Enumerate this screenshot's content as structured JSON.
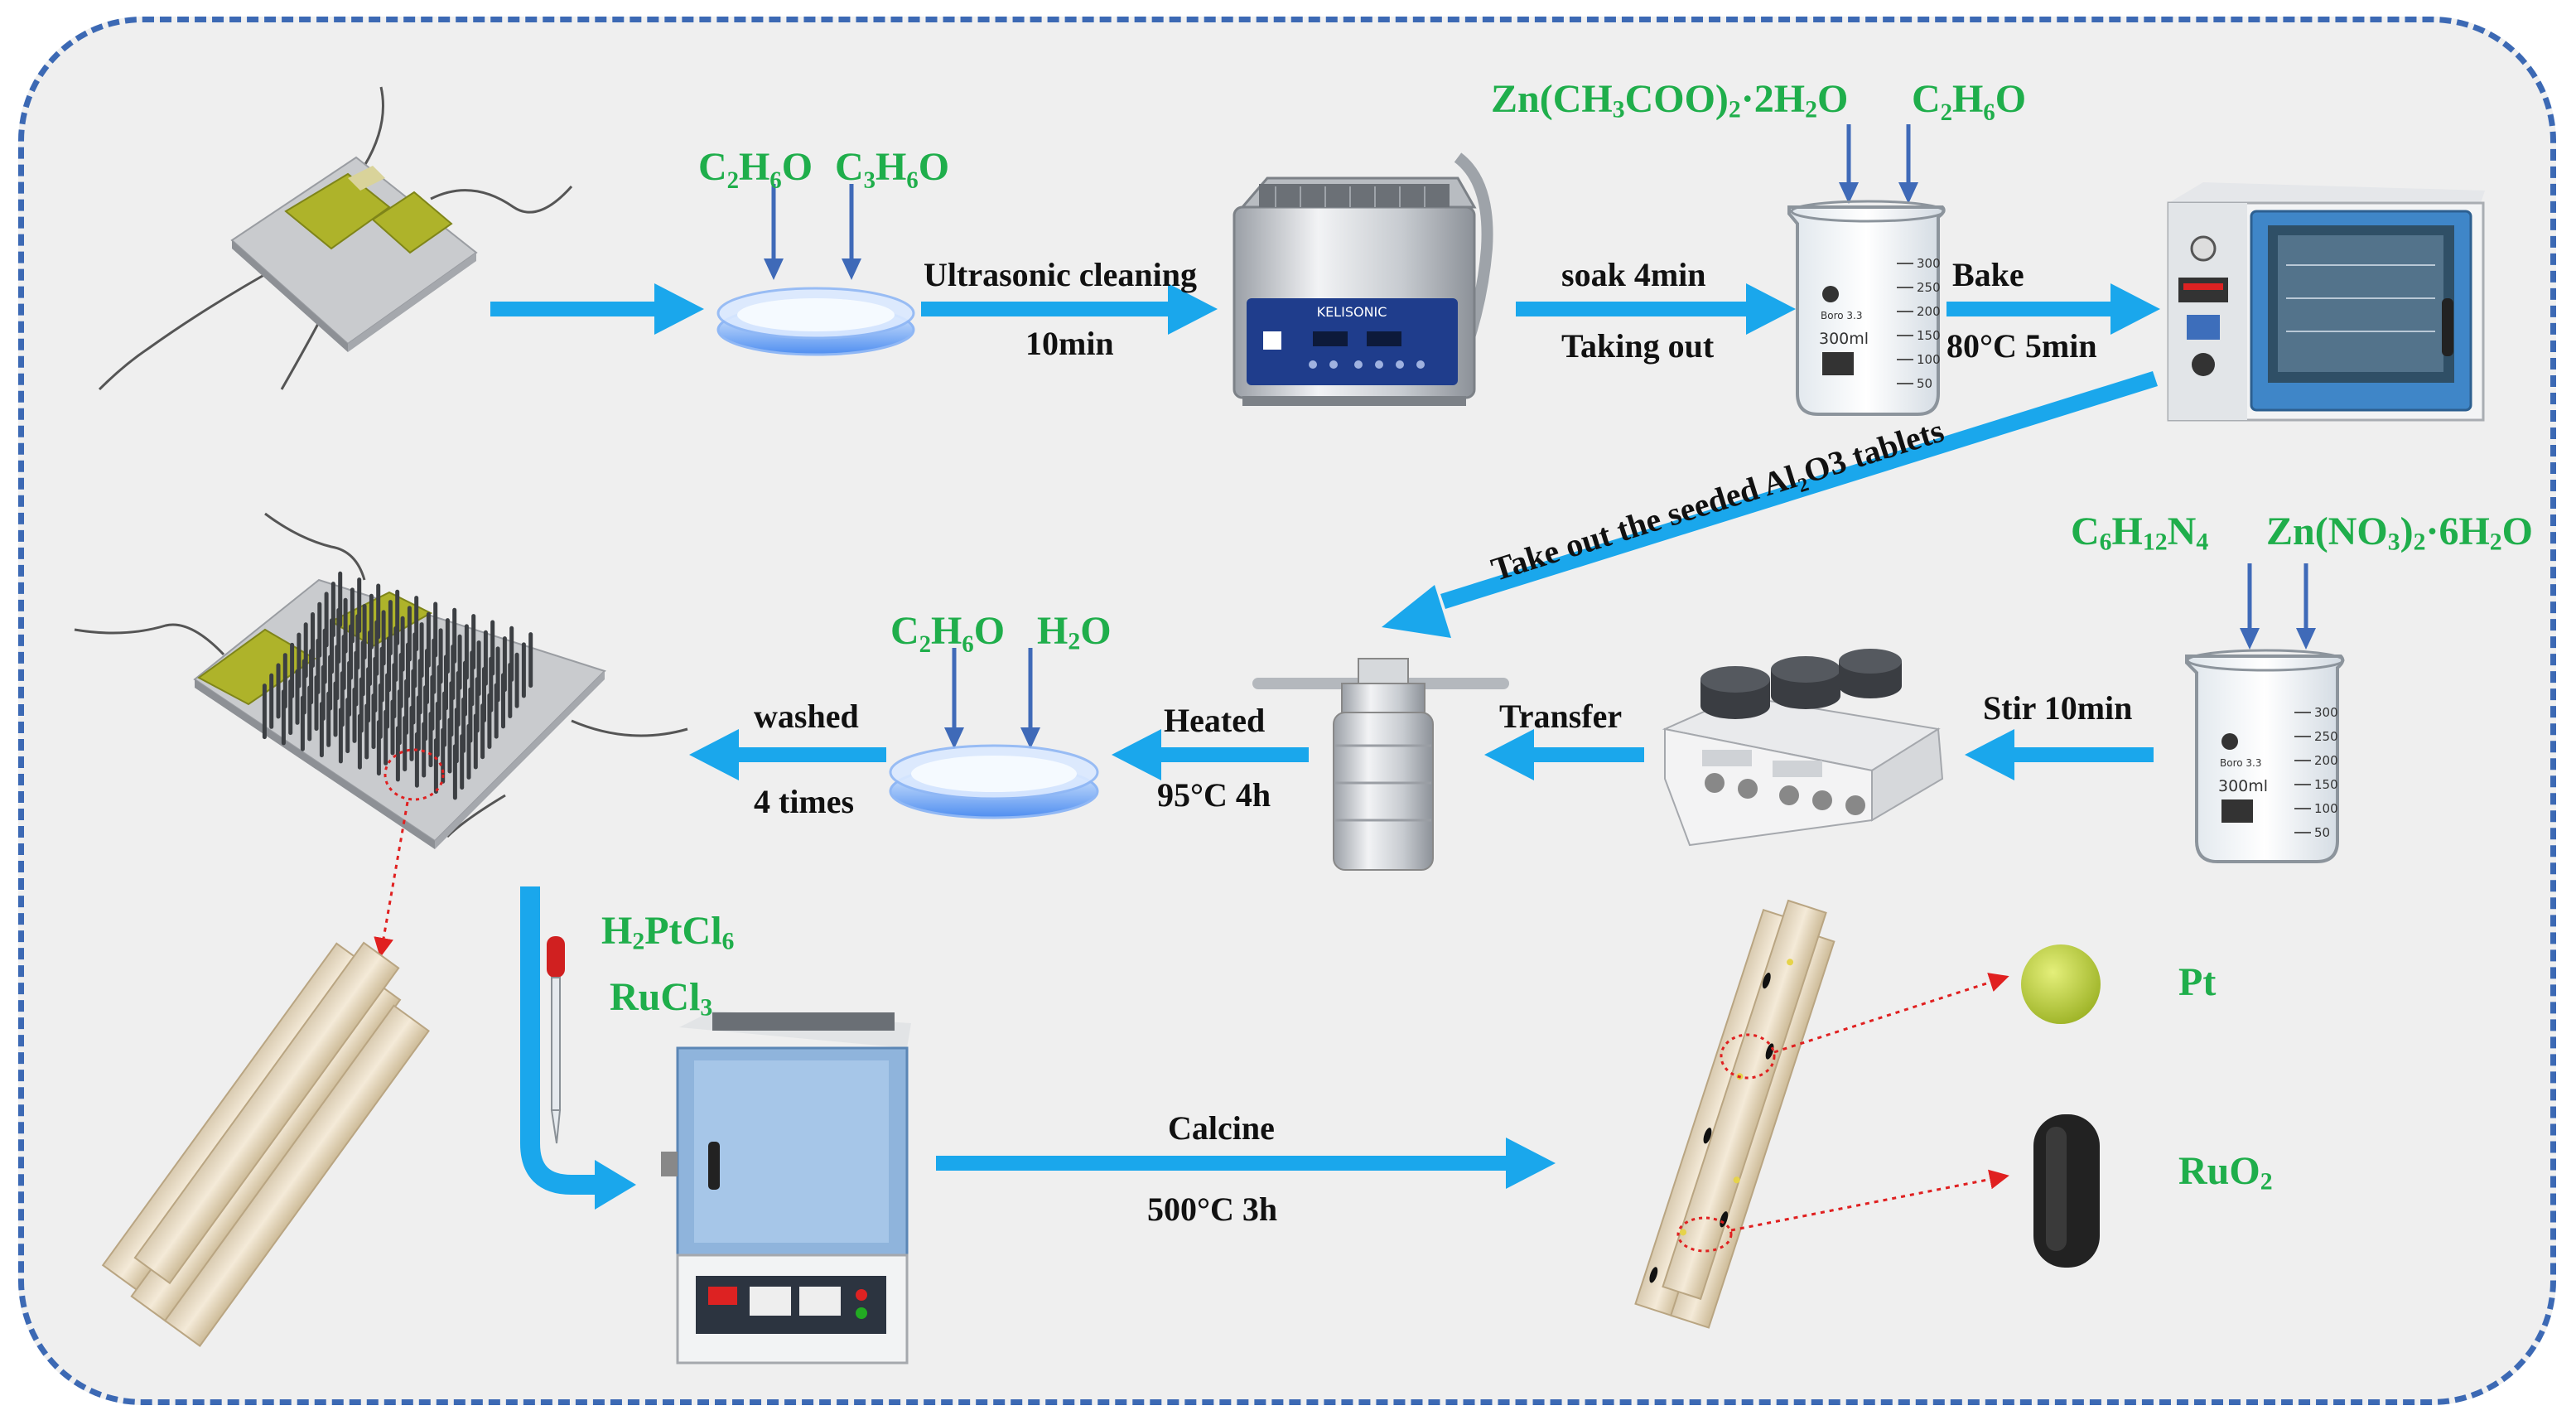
{
  "stage1": {
    "reagents_left": [
      "C₂H₆O",
      "C₃H₆O"
    ],
    "cleaning": {
      "line1": "Ultrasonic cleaning",
      "line2": "10min"
    },
    "soak": {
      "line1": "soak  4min",
      "line2": "Taking out"
    },
    "seed_reagents": [
      {
        "parts": [
          "Zn(CH",
          "3",
          "COO)",
          "2",
          "·2H",
          "2",
          "O"
        ]
      },
      {
        "parts": [
          "C₂H₆O"
        ]
      }
    ],
    "bake": {
      "line1": "Bake",
      "line2": "80°C  5min"
    }
  },
  "transfer_diag": "Take out the seeded Al₂O3 tablets",
  "stage2": {
    "growth_reagents": [
      {
        "parts": [
          "C",
          "6",
          "H",
          "12",
          "N",
          "4"
        ]
      },
      {
        "parts": [
          "Zn(NO",
          "3",
          ")",
          "2",
          "·6H",
          "2",
          "O"
        ]
      }
    ],
    "stir": "Stir 10min",
    "transfer": "Transfer",
    "heated": {
      "line1": "Heated",
      "line2": "95°C 4h"
    },
    "wash_reagents": [
      {
        "parts": [
          "C₂H₆O"
        ]
      },
      {
        "parts": [
          "H",
          "2",
          "O"
        ]
      }
    ],
    "washed": {
      "line1": "washed",
      "line2": "4 times"
    }
  },
  "stage3": {
    "precursors": [
      {
        "parts": [
          "H",
          "2",
          "PtCl",
          "6"
        ]
      },
      {
        "parts": [
          "RuCl",
          "3"
        ]
      }
    ],
    "calcine": {
      "line1": "Calcine",
      "line2": "500°C 3h"
    },
    "products": [
      {
        "parts": [
          "Pt"
        ]
      },
      {
        "parts": [
          "RuO",
          "2"
        ]
      }
    ]
  },
  "instruments": {
    "cleaner_brand": "KELISONIC",
    "beaker_volume": "300ml",
    "beaker_scale": [
      "300",
      "250",
      "200",
      "150",
      "100",
      "50"
    ],
    "beaker_brand": "Boro 3.3"
  },
  "colors": {
    "frame": "#3c69b4",
    "background": "#efefef",
    "process_arrow": "#1aa7ec",
    "reagent_arrow": "#3f6ab8",
    "chemical_text": "#1fae4b",
    "zoom_indicator": "#e02020"
  }
}
